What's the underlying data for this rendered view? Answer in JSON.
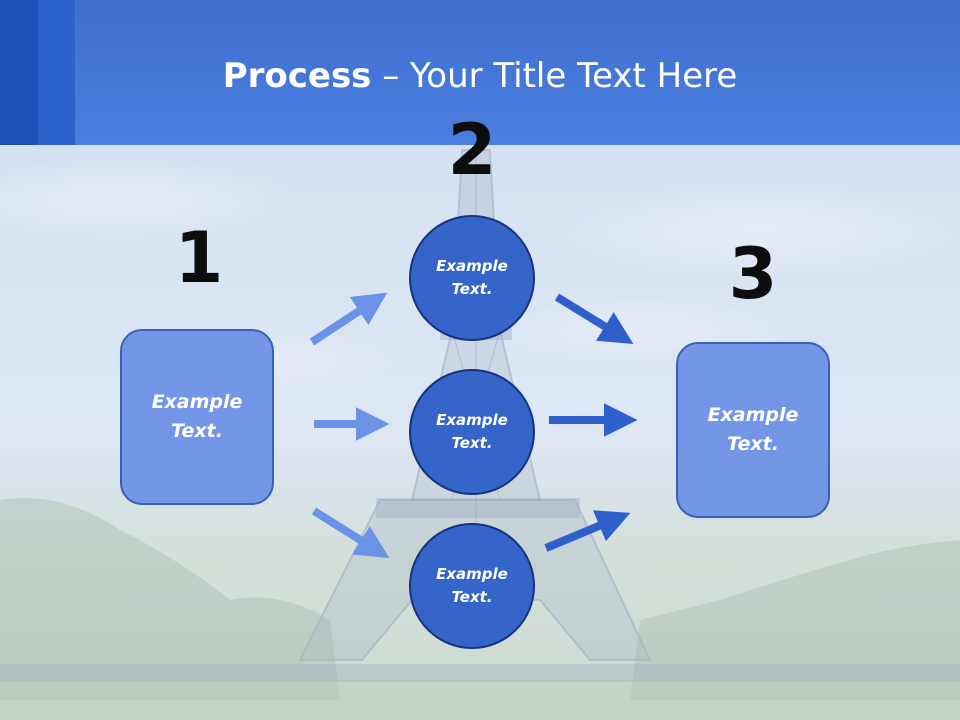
{
  "title": {
    "bold": "Process",
    "rest": " – Your Title Text Here"
  },
  "steps": {
    "one": "1",
    "two": "2",
    "three": "3"
  },
  "left_box": {
    "text": "Example Text."
  },
  "right_box": {
    "text": "Example Text."
  },
  "circles": [
    {
      "text": "Example Text."
    },
    {
      "text": "Example Text."
    },
    {
      "text": "Example Text."
    }
  ],
  "colors": {
    "header": "#4a7ee0",
    "header_accent_dark": "#1d4fb8",
    "header_accent_mid": "#2d62cc",
    "box_fill": "#648ce4",
    "circle_fill": "#3565c9",
    "arrow_light": "#6a93e6",
    "arrow_dark": "#2f5fca"
  }
}
